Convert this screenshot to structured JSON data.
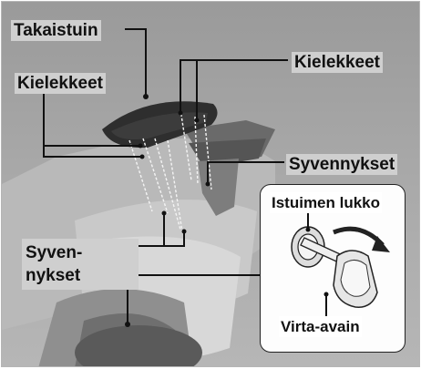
{
  "labels": {
    "rear_seat": "Takaistuin",
    "tabs_left": "Kielekkeet",
    "tabs_right": "Kielekkeet",
    "recesses_right": "Syvennykset",
    "recesses_left": "Syven-\nnykset",
    "seat_lock": "Istuimen lukko",
    "ignition_key": "Virta-avain"
  }
}
